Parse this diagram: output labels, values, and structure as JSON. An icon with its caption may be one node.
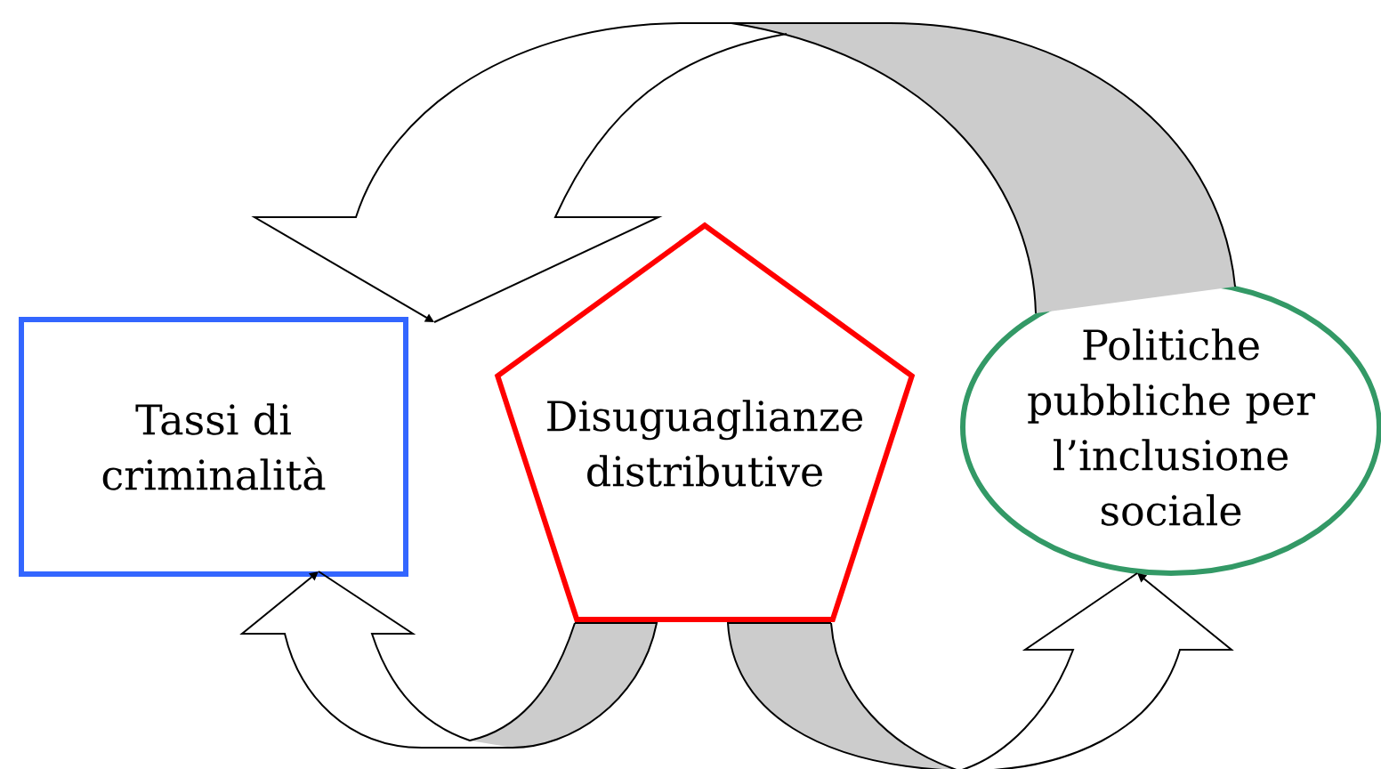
{
  "diagram": {
    "nodes": [
      {
        "text": [
          "Tassi di criminalità"
        ]
      },
      {
        "text": [
          "Disuguaglianze distributive"
        ]
      },
      {
        "text": [
          "Politiche pubbliche per l’inclusione sociale"
        ]
      }
    ],
    "edges": [
      {
        "from": 1,
        "to": 0,
        "arrow": "to"
      },
      {
        "from": 1,
        "to": 2,
        "arrow": "to"
      },
      {
        "from": 2,
        "to": 0,
        "arrow": "to"
      }
    ]
  }
}
